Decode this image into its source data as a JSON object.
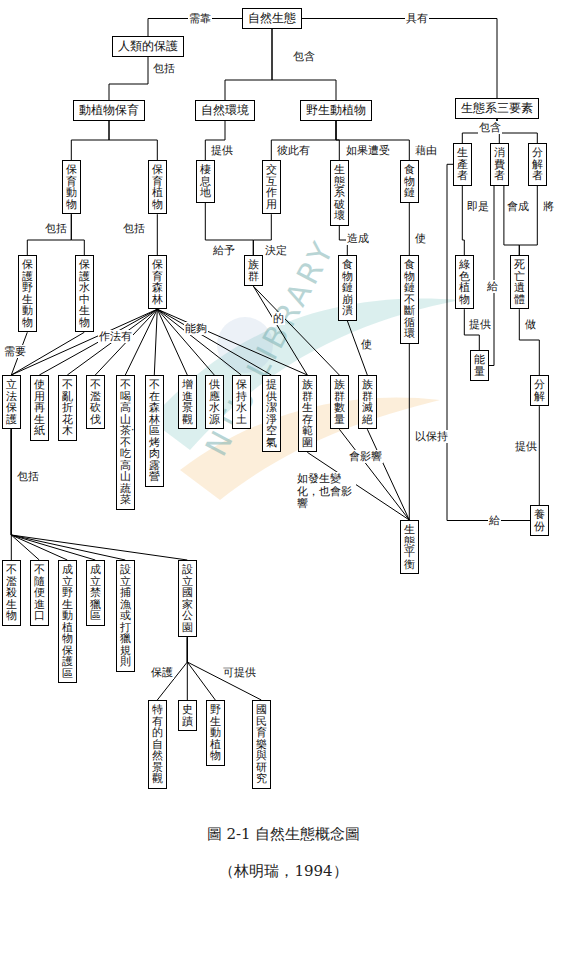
{
  "diagram": {
    "caption": "圖 2-1 自然生態概念圖",
    "nodes": [
      {
        "text": [
          "自然生態"
        ]
      },
      {
        "text": [
          "人類的保護"
        ]
      },
      {
        "text": [
          "動植物保育"
        ]
      },
      {
        "text": [
          "自然環境"
        ]
      },
      {
        "text": [
          "野生動植物"
        ]
      },
      {
        "text": [
          "生態系三要素"
        ]
      },
      {
        "text": [
          "保育動物"
        ]
      },
      {
        "text": [
          "保育植物"
        ]
      },
      {
        "text": [
          "棲息地"
        ]
      },
      {
        "text": [
          "交互作用"
        ]
      },
      {
        "text": [
          "生態系破壞"
        ]
      },
      {
        "text": [
          "食物鏈"
        ]
      },
      {
        "text": [
          "生產者"
        ]
      },
      {
        "text": [
          "消費者"
        ]
      },
      {
        "text": [
          "分解者"
        ]
      },
      {
        "text": [
          "保護野生動物"
        ]
      },
      {
        "text": [
          "保護水中生物"
        ]
      },
      {
        "text": [
          "保育森林"
        ]
      },
      {
        "text": [
          "族群"
        ]
      },
      {
        "text": [
          "食物鏈崩潰"
        ]
      },
      {
        "text": [
          "食物鏈不斷循環"
        ]
      },
      {
        "text": [
          "綠色植物"
        ]
      },
      {
        "text": [
          "死亡遺體"
        ]
      },
      {
        "text": [
          "能量"
        ]
      },
      {
        "text": [
          "分解"
        ]
      },
      {
        "text": [
          "立法保護"
        ]
      },
      {
        "text": [
          "使用再生紙"
        ]
      },
      {
        "text": [
          "不亂折花木"
        ]
      },
      {
        "text": [
          "不濫砍伐"
        ]
      },
      {
        "text": [
          "不喝高山茶‧不吃高山蔬菜"
        ]
      },
      {
        "text": [
          "不在森林區烤肉露營"
        ]
      },
      {
        "text": [
          "增進景觀"
        ]
      },
      {
        "text": [
          "供應水源"
        ]
      },
      {
        "text": [
          "保持水土"
        ]
      },
      {
        "text": [
          "提供潔淨空氣"
        ]
      },
      {
        "text": [
          "族群生存範圍"
        ]
      },
      {
        "text": [
          "族群數量"
        ]
      },
      {
        "text": [
          "族群滅絕"
        ]
      },
      {
        "text": [
          "養份"
        ]
      },
      {
        "text": [
          "生態平衡"
        ]
      },
      {
        "text": [
          "不濫殺生物"
        ]
      },
      {
        "text": [
          "不隨便進口"
        ]
      },
      {
        "text": [
          "成立野生動植物保護區"
        ]
      },
      {
        "text": [
          "成立禁獵區"
        ]
      },
      {
        "text": [
          "設立捕漁或打獵規則"
        ]
      },
      {
        "text": [
          "設立國家公園"
        ]
      },
      {
        "text": [
          "特有的自然景觀"
        ]
      },
      {
        "text": [
          "史蹟"
        ]
      },
      {
        "text": [
          "野生動植物"
        ]
      },
      {
        "text": [
          "國民育樂與研究"
        ]
      }
    ],
    "edges": [
      {
        "from": 0,
        "to": 1,
        "label": "需靠",
        "arrow": "none"
      },
      {
        "from": 0,
        "to": 3,
        "label": "包含",
        "arrow": "none"
      },
      {
        "from": 0,
        "to": 4,
        "arrow": "none"
      },
      {
        "from": 0,
        "to": 5,
        "label": "具有",
        "arrow": "none"
      },
      {
        "from": 1,
        "to": 2,
        "label": "包括",
        "arrow": "none"
      },
      {
        "from": 2,
        "to": 6,
        "arrow": "none"
      },
      {
        "from": 2,
        "to": 7,
        "arrow": "none"
      },
      {
        "from": 3,
        "to": 8,
        "label": "提供",
        "arrow": "none"
      },
      {
        "from": 4,
        "to": 9,
        "label": "彼此有",
        "arrow": "none"
      },
      {
        "from": 4,
        "to": 10,
        "label": "如果遭受",
        "arrow": "none"
      },
      {
        "from": 4,
        "to": 11,
        "label": "藉由",
        "arrow": "none"
      },
      {
        "from": 5,
        "to": 12,
        "label": "包含",
        "arrow": "none"
      },
      {
        "from": 5,
        "to": 13,
        "arrow": "none"
      },
      {
        "from": 5,
        "to": 14,
        "arrow": "none"
      },
      {
        "from": 6,
        "to": 15,
        "label": "包括",
        "arrow": "none"
      },
      {
        "from": 6,
        "to": 16,
        "arrow": "none"
      },
      {
        "from": 7,
        "to": 17,
        "label": "包括",
        "arrow": "none"
      },
      {
        "from": 8,
        "to": 18,
        "label": "給予",
        "arrow": "none"
      },
      {
        "from": 9,
        "to": 18,
        "label": "決定",
        "arrow": "none"
      },
      {
        "from": 10,
        "to": 19,
        "label": "造成",
        "arrow": "none"
      },
      {
        "from": 11,
        "to": 20,
        "label": "使",
        "arrow": "none"
      },
      {
        "from": 12,
        "to": 21,
        "label": "即是",
        "arrow": "none"
      },
      {
        "from": 13,
        "to": 22,
        "label": "會成",
        "arrow": "none"
      },
      {
        "from": 14,
        "to": 22,
        "label": "將",
        "arrow": "none"
      },
      {
        "from": 15,
        "to": 25,
        "label": "需要",
        "arrow": "none"
      },
      {
        "from": 16,
        "to": 25,
        "arrow": "none"
      },
      {
        "from": 17,
        "to": 25,
        "label": "作法有",
        "arrow": "none"
      },
      {
        "from": 17,
        "to": 26,
        "arrow": "none"
      },
      {
        "from": 17,
        "to": 27,
        "arrow": "none"
      },
      {
        "from": 17,
        "to": 28,
        "arrow": "none"
      },
      {
        "from": 17,
        "to": 29,
        "arrow": "none"
      },
      {
        "from": 17,
        "to": 30,
        "arrow": "none"
      },
      {
        "from": 17,
        "to": 31,
        "label": "能夠",
        "arrow": "none"
      },
      {
        "from": 17,
        "to": 32,
        "arrow": "none"
      },
      {
        "from": 17,
        "to": 33,
        "arrow": "none"
      },
      {
        "from": 17,
        "to": 34,
        "arrow": "none"
      },
      {
        "from": 17,
        "to": 35,
        "arrow": "none"
      },
      {
        "from": 18,
        "to": 35,
        "label": "的",
        "arrow": "none"
      },
      {
        "from": 18,
        "to": 36,
        "arrow": "none"
      },
      {
        "from": 19,
        "to": 37,
        "label": "使",
        "arrow": "none"
      },
      {
        "from": 21,
        "to": 23,
        "label": "提供",
        "arrow": "none"
      },
      {
        "from": 23,
        "to": 13,
        "label": "給",
        "arrow": "none"
      },
      {
        "from": 22,
        "to": 24,
        "label": "做",
        "arrow": "none"
      },
      {
        "from": 24,
        "to": 38,
        "label": "提供",
        "arrow": "none"
      },
      {
        "from": 38,
        "to": 12,
        "label": "給",
        "arrow": "none"
      },
      {
        "from": 20,
        "to": 39,
        "label": "以保持",
        "arrow": "none"
      },
      {
        "from": 35,
        "to": 39,
        "label": "如發生變化，也會影響",
        "arrow": "none"
      },
      {
        "from": 36,
        "to": 39,
        "label": "會影響",
        "arrow": "none"
      },
      {
        "from": 37,
        "to": 39,
        "arrow": "none"
      },
      {
        "from": 25,
        "to": 40,
        "label": "包括",
        "arrow": "none"
      },
      {
        "from": 25,
        "to": 41,
        "arrow": "none"
      },
      {
        "from": 25,
        "to": 42,
        "arrow": "none"
      },
      {
        "from": 25,
        "to": 43,
        "arrow": "none"
      },
      {
        "from": 25,
        "to": 44,
        "arrow": "none"
      },
      {
        "from": 25,
        "to": 45,
        "arrow": "none"
      },
      {
        "from": 45,
        "to": 46,
        "label": "保護",
        "arrow": "none"
      },
      {
        "from": 45,
        "to": 47,
        "arrow": "none"
      },
      {
        "from": 45,
        "to": 48,
        "arrow": "none"
      },
      {
        "from": 45,
        "to": 49,
        "label": "可提供",
        "arrow": "none"
      }
    ],
    "labels": [
      "NTU LIBRARY",
      "（林明瑞，1994）"
    ]
  }
}
